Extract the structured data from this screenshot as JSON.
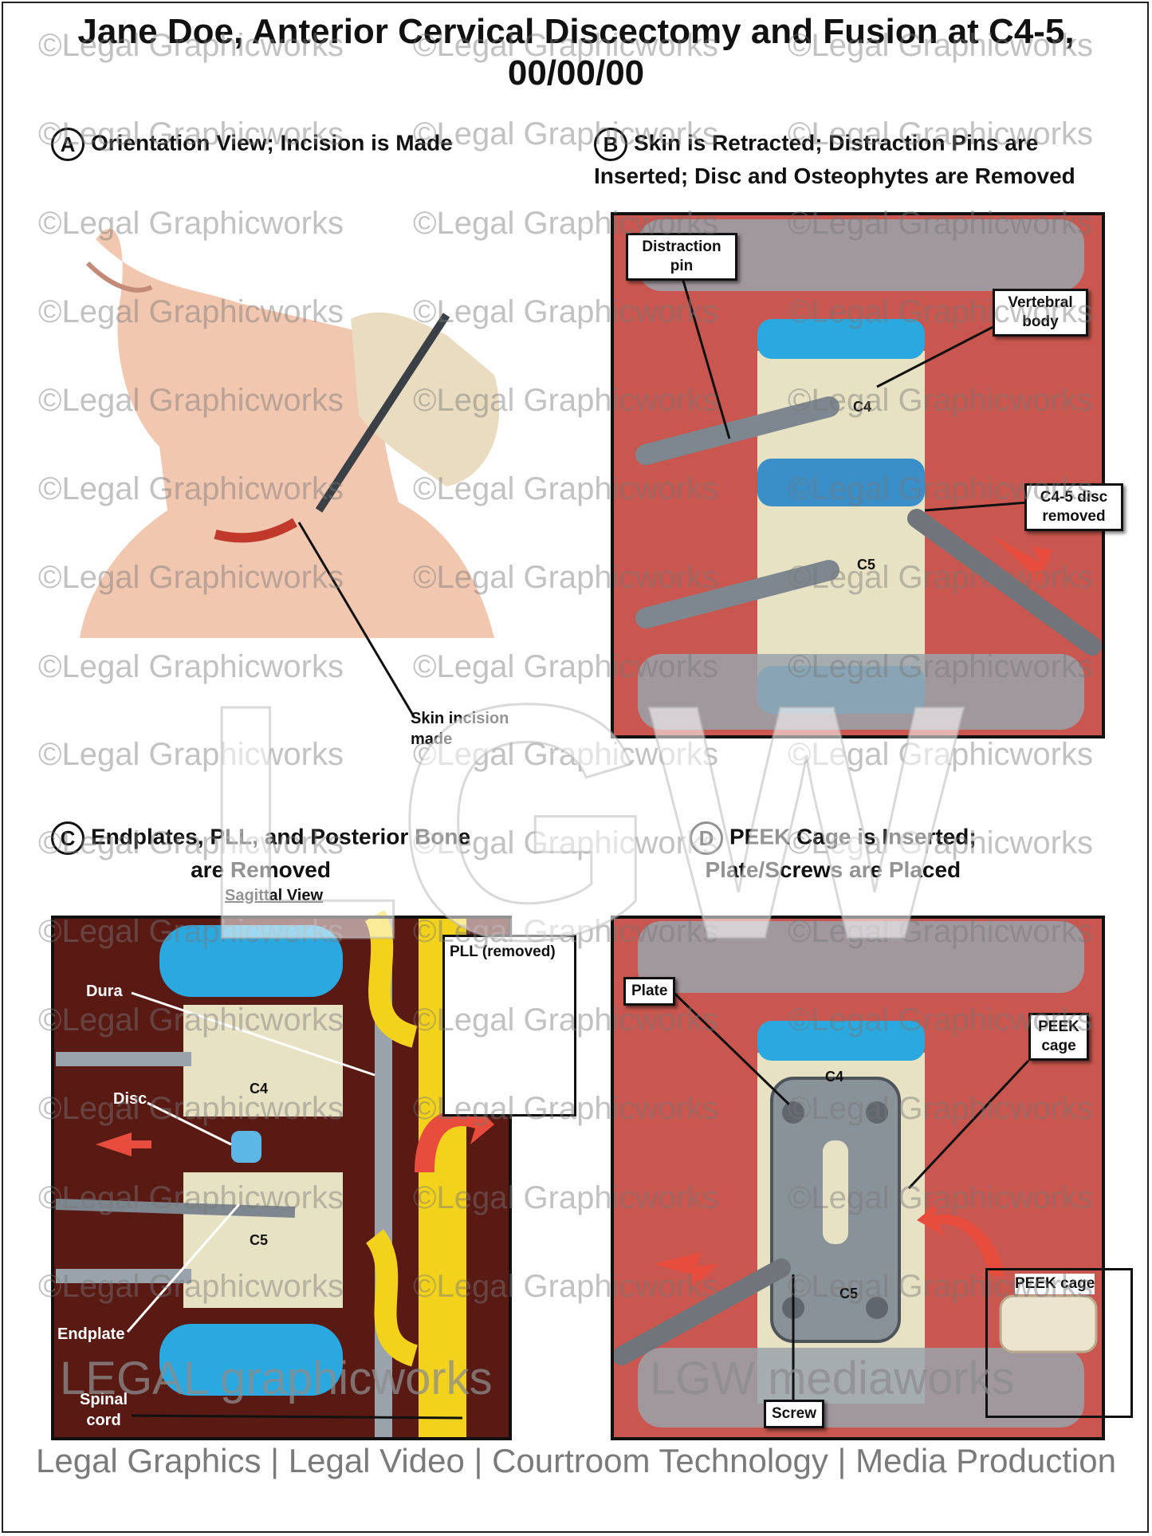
{
  "title": {
    "line1": "Jane Doe, Anterior Cervical Discectomy and Fusion at C4-5,",
    "line2": "00/00/00"
  },
  "panels": {
    "a": {
      "letter": "A",
      "heading": "Orientation View; Incision is Made",
      "labels": {
        "incision": "Skin incision made"
      }
    },
    "b": {
      "letter": "B",
      "heading_line1": "Skin is Retracted; Distraction Pins are",
      "heading_line2": "Inserted; Disc and Osteophytes are Removed",
      "labels": {
        "distraction_pin": "Distraction pin",
        "vertebral_body": "Vertebral body",
        "disc_removed": "C4-5 disc removed",
        "c4": "C4",
        "c5": "C5"
      }
    },
    "c": {
      "letter": "C",
      "heading_line1": "Endplates, PLL, and Posterior Bone",
      "heading_line2": "are Removed",
      "subheading": "Sagittal View",
      "labels": {
        "dura": "Dura",
        "disc": "Disc",
        "endplate": "Endplate",
        "spinal_cord": "Spinal cord",
        "pll": "PLL (removed)",
        "c4": "C4",
        "c5": "C5"
      }
    },
    "d": {
      "letter": "D",
      "heading_line1": "PEEK Cage is Inserted;",
      "heading_line2": "Plate/Screws are Placed",
      "labels": {
        "plate": "Plate",
        "peek_cage": "PEEK cage",
        "peek_cage_inset": "PEEK cage",
        "screw": "Screw",
        "c4": "C4",
        "c5": "C5"
      }
    }
  },
  "watermark": {
    "text": "©Legal Graphicworks",
    "big": "LGW"
  },
  "brand": {
    "left": "LEGAL graphicworks",
    "right": "LGW mediaworks"
  },
  "footer": "Legal Graphics | Legal Video | Courtroom Technology | Media Production",
  "colors": {
    "tissue": "#c0392b",
    "bone": "#e8e2c4",
    "disc": "#2aa8e0",
    "cord": "#f2d21b",
    "metal": "#9aa3ab"
  }
}
